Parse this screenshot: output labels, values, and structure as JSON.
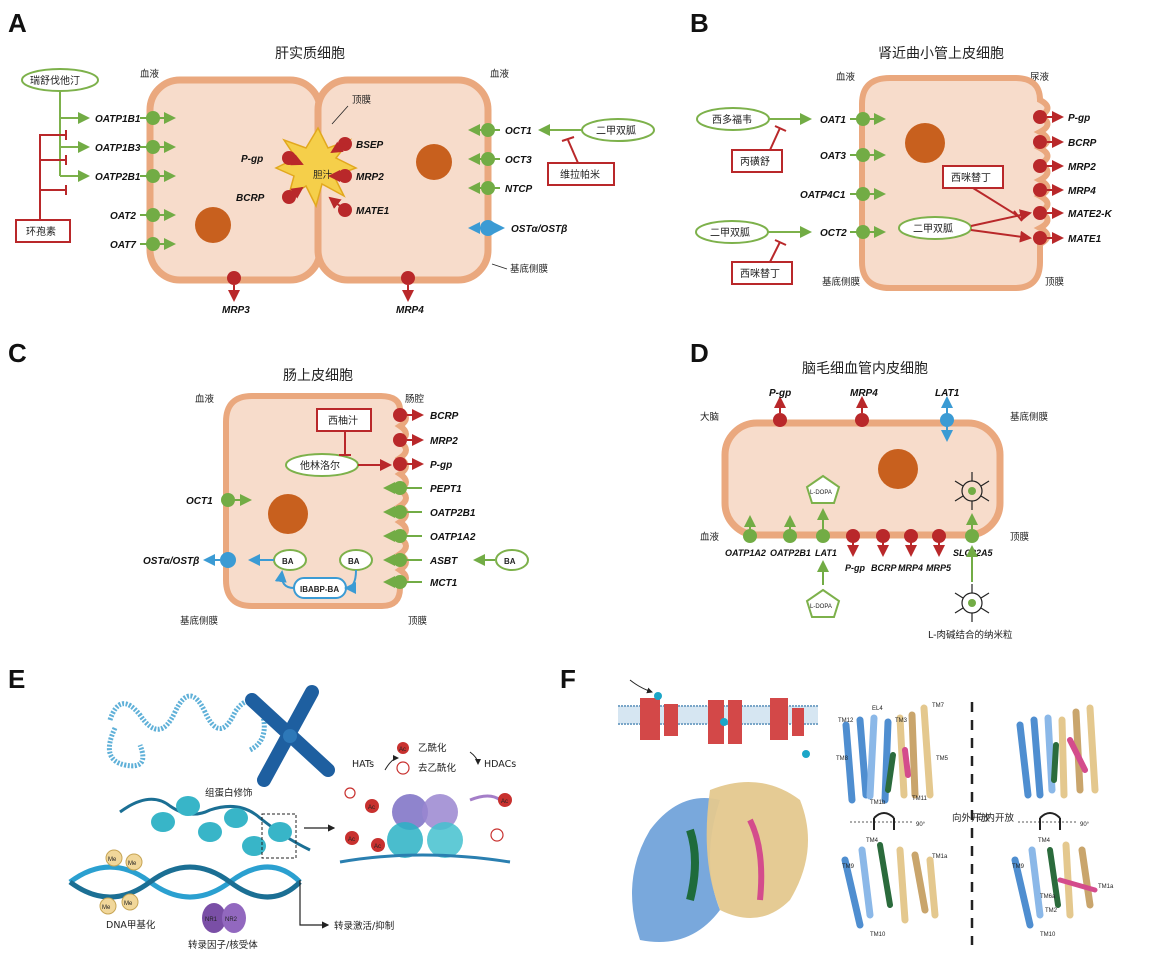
{
  "panels": {
    "A": {
      "label": "A",
      "title": "肝实质细胞",
      "blood_left": "血液",
      "blood_right": "血液",
      "apical": "顶膜",
      "bile": "胆汁",
      "basolateral": "基底侧膜",
      "left_transporters": [
        "OATP1B1",
        "OATP1B3",
        "OATP2B1",
        "OAT2",
        "OAT7"
      ],
      "canalicular": [
        "P-gp",
        "BCRP",
        "BSEP",
        "MRP2",
        "MATE1"
      ],
      "right_transporters": [
        "OCT1",
        "OCT3",
        "NTCP",
        "OSTα/OSTβ"
      ],
      "bottom": [
        "MRP3",
        "MRP4"
      ],
      "drugs": {
        "rosuvastatin": "瑞舒伐他汀",
        "cyclosporine": "环孢素",
        "metformin": "二甲双胍",
        "verapamil": "维拉帕米"
      }
    },
    "B": {
      "label": "B",
      "title": "肾近曲小管上皮细胞",
      "blood": "血液",
      "urine": "尿液",
      "basolateral": "基底侧膜",
      "apical": "顶膜",
      "basolateral_transporters": [
        "OAT1",
        "OAT3",
        "OATP4C1",
        "OCT2"
      ],
      "apical_transporters": [
        "P-gp",
        "BCRP",
        "MRP2",
        "MRP4",
        "MATE2-K",
        "MATE1"
      ],
      "drugs": {
        "cidofovir": "西多福韦",
        "probenecid": "丙磺舒",
        "metformin_a": "二甲双胍",
        "metformin_b": "二甲双胍",
        "cimetidine_a": "西咪替丁",
        "cimetidine_b": "西咪替丁"
      }
    },
    "C": {
      "label": "C",
      "title": "肠上皮细胞",
      "blood": "血液",
      "lumen": "肠腔",
      "basolateral": "基底侧膜",
      "apical": "顶膜",
      "apical_transporters": [
        "BCRP",
        "MRP2",
        "P-gp",
        "PEPT1",
        "OATP2B1",
        "OATP1A2",
        "ASBT",
        "MCT1"
      ],
      "basolateral_transporters": [
        "OCT1",
        "OSTα/OSTβ"
      ],
      "drugs": {
        "grapefruit": "西柚汁",
        "talinolol": "他林洛尔"
      },
      "ba": "BA",
      "ibabp": "IBABP-BA"
    },
    "D": {
      "label": "D",
      "title": "脑毛细血管内皮细胞",
      "brain": "大脑",
      "basolateral": "基底侧膜",
      "blood": "血液",
      "apical": "顶膜",
      "top_transporters": [
        "P-gp",
        "MRP4",
        "LAT1"
      ],
      "bottom_transporters": [
        "OATP1A2",
        "OATP2B1",
        "LAT1",
        "P-gp",
        "BCRP",
        "MRP4",
        "MRP5",
        "SLC22A5"
      ],
      "ldopa": "L-DOPA",
      "nanoparticle": "L-肉碱结合的纳米粒"
    },
    "E": {
      "label": "E",
      "hats": "HATs",
      "hdacs": "HDACs",
      "acetylation": "乙酰化",
      "deacetylation": "去乙酰化",
      "histone_mod": "组蛋白修饰",
      "dna_methylation": "DNA甲基化",
      "tf": "转录因子/核受体",
      "tx": "转录激活/抑制",
      "nr1": "NR1",
      "nr2": "NR2",
      "me": "Me",
      "ac": "Ac"
    },
    "F": {
      "label": "F",
      "outward": "向外开放",
      "inward": "向内开放",
      "angle": "90°",
      "tm_labels": [
        "TM12",
        "EL4",
        "TM3",
        "TM7",
        "TM5",
        "TM8",
        "TM1b",
        "TM6b",
        "TM11",
        "TM4",
        "TM9",
        "TM10",
        "TM1a",
        "TM2",
        "TM6a"
      ]
    }
  },
  "colors": {
    "cell_fill": "#f7dccb",
    "cell_border": "#eaa87e",
    "nucleus": "#c8601e",
    "efflux": "#b9282a",
    "uptake": "#72ac45",
    "bidir": "#3b9bd4",
    "drug_border": "#7db14b",
    "inhib": "#b9282a"
  }
}
